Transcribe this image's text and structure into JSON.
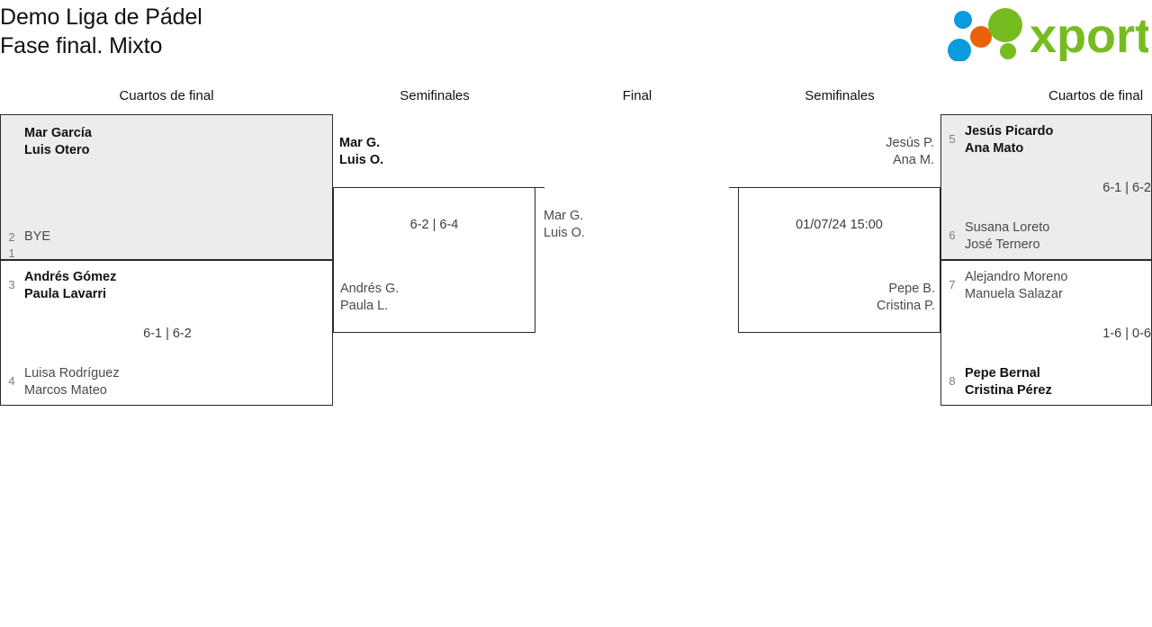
{
  "header": {
    "title_line_1": "Demo Liga de Pádel",
    "title_line_2": "Fase final. Mixto",
    "logo": {
      "wordmark": "xporty",
      "colors": {
        "green": "#76bc21",
        "blue": "#0a9bdc",
        "orange": "#e8620c"
      }
    }
  },
  "rounds": [
    {
      "id": "qf-left",
      "label": "Cuartos de final"
    },
    {
      "id": "sf-left",
      "label": "Semifinales"
    },
    {
      "id": "final",
      "label": "Final"
    },
    {
      "id": "sf-right",
      "label": "Semifinales"
    },
    {
      "id": "qf-right",
      "label": "Cuartos de final"
    }
  ],
  "matches": {
    "qf1": {
      "shaded": true,
      "top": {
        "seed": "1",
        "player1": "Mar García",
        "player2": "Luis Otero",
        "winner": true
      },
      "bottom": {
        "seed": "2",
        "player1": "BYE",
        "player2": "",
        "winner": false
      },
      "score": ""
    },
    "qf2": {
      "shaded": false,
      "top": {
        "seed": "3",
        "player1": "Andrés Gómez",
        "player2": "Paula Lavarri",
        "winner": true
      },
      "bottom": {
        "seed": "4",
        "player1": "Luisa Rodríguez",
        "player2": "Marcos Mateo",
        "winner": false
      },
      "score": "6-1 | 6-2"
    },
    "qf3": {
      "shaded": true,
      "top": {
        "seed": "5",
        "player1": "Jesús Picardo",
        "player2": "Ana Mato",
        "winner": true
      },
      "bottom": {
        "seed": "6",
        "player1": "Susana Loreto",
        "player2": "José Ternero",
        "winner": false
      },
      "score": "6-1 | 6-2"
    },
    "qf4": {
      "shaded": false,
      "top": {
        "seed": "7",
        "player1": "Alejandro Moreno",
        "player2": "Manuela Salazar",
        "winner": false
      },
      "bottom": {
        "seed": "8",
        "player1": "Pepe Bernal",
        "player2": "Cristina Pérez",
        "winner": true
      },
      "score": "1-6 | 0-6"
    },
    "sf1": {
      "top": {
        "player1": "Mar G.",
        "player2": "Luis O.",
        "winner": true
      },
      "bottom": {
        "player1": "Andrés G.",
        "player2": "Paula L.",
        "winner": false
      },
      "score": "6-2 | 6-4"
    },
    "sf2": {
      "top": {
        "player1": "Jesús P.",
        "player2": "Ana M.",
        "winner": false
      },
      "bottom": {
        "player1": "Pepe B.",
        "player2": "Cristina P.",
        "winner": false
      },
      "score": "01/07/24 15:00"
    },
    "final": {
      "top": {
        "player1": "Mar G.",
        "player2": "Luis O.",
        "winner": false
      },
      "score": ""
    }
  }
}
